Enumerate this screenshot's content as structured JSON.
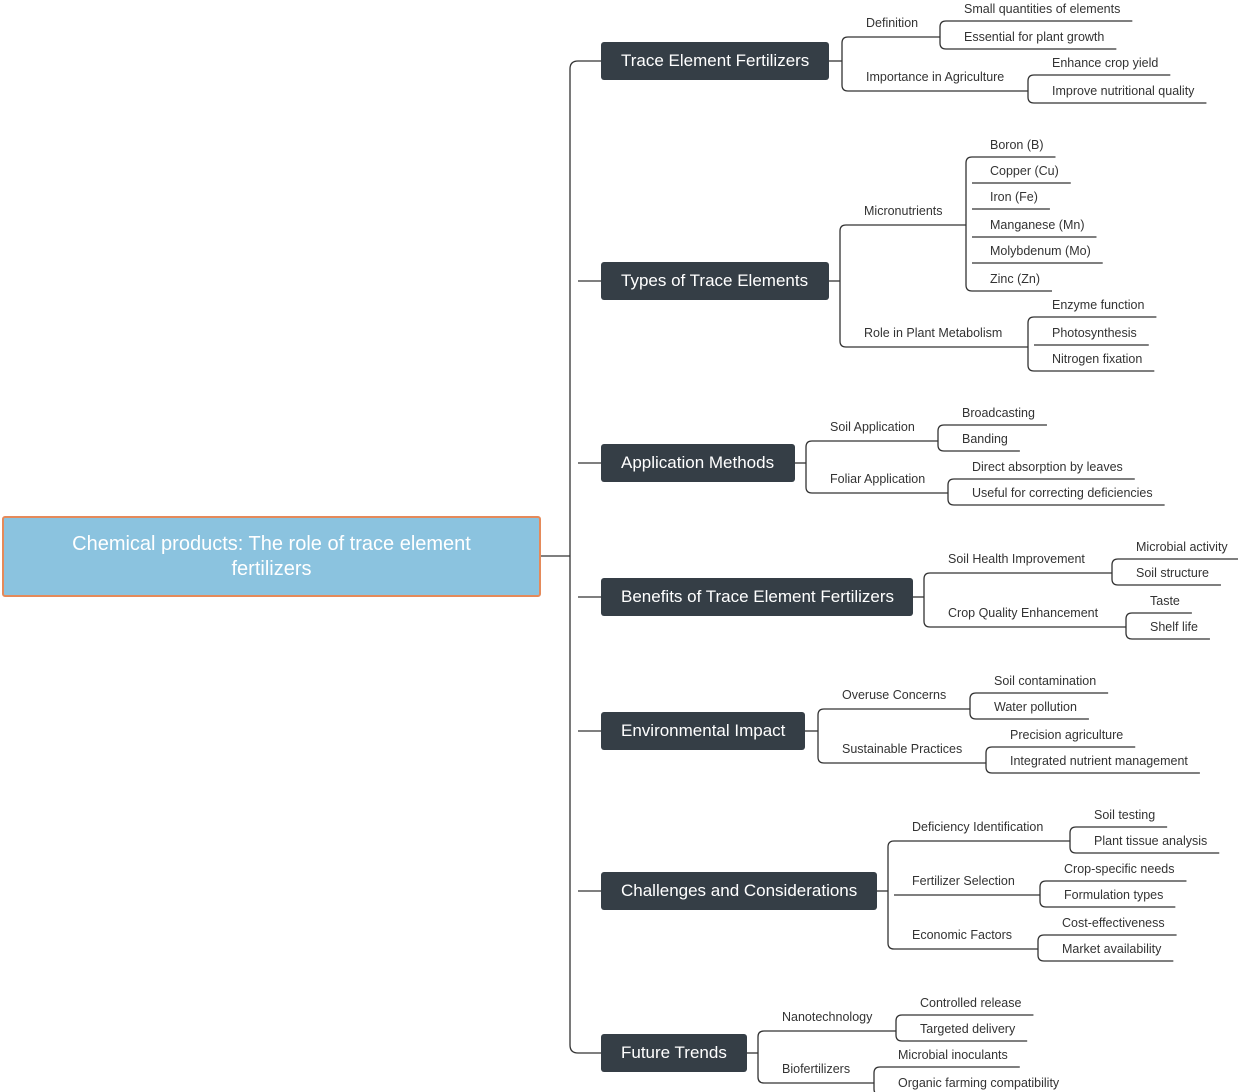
{
  "colors": {
    "root_fill": "#8bc3df",
    "root_border": "#e58a5a",
    "topic_fill": "#353e46",
    "connector": "#333333"
  },
  "root": {
    "label": "Chemical products: The role of trace element fertilizers"
  },
  "branches": [
    {
      "label": "Trace Element Fertilizers",
      "children": [
        {
          "label": "Definition",
          "children": [
            "Small quantities of elements",
            "Essential for plant growth"
          ]
        },
        {
          "label": "Importance in Agriculture",
          "children": [
            "Enhance crop yield",
            "Improve nutritional quality"
          ]
        }
      ]
    },
    {
      "label": "Types of Trace Elements",
      "children": [
        {
          "label": "Micronutrients",
          "children": [
            "Boron (B)",
            "Copper (Cu)",
            "Iron (Fe)",
            "Manganese (Mn)",
            "Molybdenum (Mo)",
            "Zinc (Zn)"
          ]
        },
        {
          "label": "Role in Plant Metabolism",
          "children": [
            "Enzyme function",
            "Photosynthesis",
            "Nitrogen fixation"
          ]
        }
      ]
    },
    {
      "label": "Application Methods",
      "children": [
        {
          "label": "Soil Application",
          "children": [
            "Broadcasting",
            "Banding"
          ]
        },
        {
          "label": "Foliar Application",
          "children": [
            "Direct absorption by leaves",
            "Useful for correcting deficiencies"
          ]
        }
      ]
    },
    {
      "label": "Benefits of Trace Element Fertilizers",
      "children": [
        {
          "label": "Soil Health Improvement",
          "children": [
            "Microbial activity",
            "Soil structure"
          ]
        },
        {
          "label": "Crop Quality Enhancement",
          "children": [
            "Taste",
            "Shelf life"
          ]
        }
      ]
    },
    {
      "label": "Environmental Impact",
      "children": [
        {
          "label": "Overuse Concerns",
          "children": [
            "Soil contamination",
            "Water pollution"
          ]
        },
        {
          "label": "Sustainable Practices",
          "children": [
            "Precision agriculture",
            "Integrated nutrient management"
          ]
        }
      ]
    },
    {
      "label": "Challenges and Considerations",
      "children": [
        {
          "label": "Deficiency Identification",
          "children": [
            "Soil testing",
            "Plant tissue analysis"
          ]
        },
        {
          "label": "Fertilizer Selection",
          "children": [
            "Crop-specific needs",
            "Formulation types"
          ]
        },
        {
          "label": "Economic Factors",
          "children": [
            "Cost-effectiveness",
            "Market availability"
          ]
        }
      ]
    },
    {
      "label": "Future Trends",
      "children": [
        {
          "label": "Nanotechnology",
          "children": [
            "Controlled release",
            "Targeted delivery"
          ]
        },
        {
          "label": "Biofertilizers",
          "children": [
            "Microbial inoculants",
            "Organic farming compatibility"
          ]
        }
      ]
    }
  ]
}
